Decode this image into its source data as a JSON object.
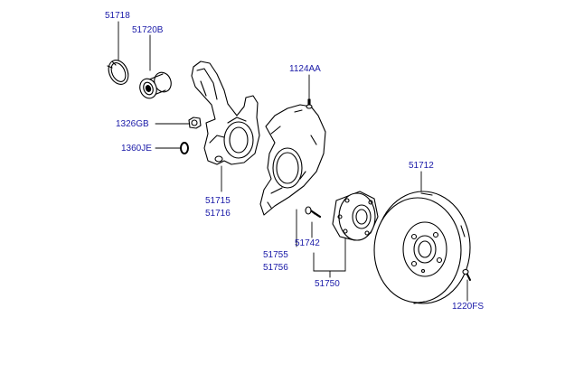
{
  "colors": {
    "label": "#1a1aa8",
    "line": "#000000"
  },
  "parts": {
    "p51718": "51718",
    "p51720B": "51720B",
    "p1124AA": "1124AA",
    "p1326GB": "1326GB",
    "p1360JE": "1360JE",
    "p51712": "51712",
    "p51715": "51715",
    "p51716": "51716",
    "p51742": "51742",
    "p51755": "51755",
    "p51756": "51756",
    "p51750": "51750",
    "p1220FS": "1220FS"
  }
}
